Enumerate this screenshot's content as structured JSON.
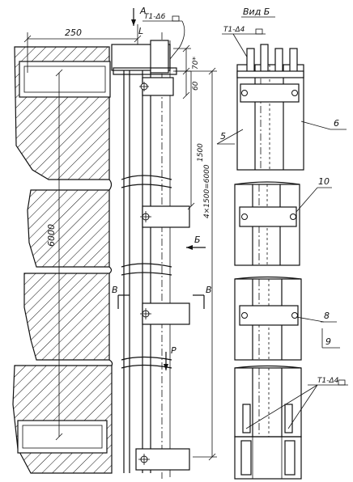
{
  "labels": {
    "dim_250": "250",
    "dim_6000": "6000",
    "dim_1500": "1500",
    "dim_total": "4×1500=6000",
    "dim_60": "60",
    "dim_70": "70*",
    "view_a": "A",
    "view_b_title": "Вид Б",
    "view_b_arrow": "Б",
    "section_b_left": "В",
    "section_b_right": "В",
    "force_p": "Р",
    "callout_5": "5",
    "callout_6": "6",
    "callout_8": "8",
    "callout_9": "9",
    "callout_10": "10",
    "weld_top": "Т1-Δ6",
    "weld_right_top": "Т1-Δ4",
    "weld_right_bottom": "Т1-Δ4",
    "letter_l": "L"
  }
}
